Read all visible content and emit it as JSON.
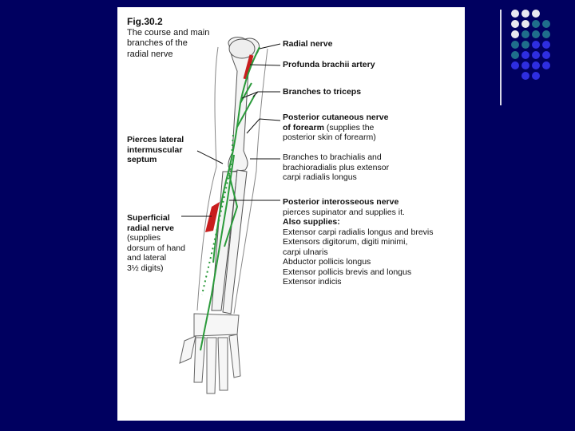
{
  "figure": {
    "number": "Fig.30.2",
    "caption": [
      "The course and main",
      "branches of the",
      "radial nerve"
    ]
  },
  "labels": {
    "radial_nerve": "Radial nerve",
    "profunda": "Profunda brachii artery",
    "triceps": "Branches to triceps",
    "post_cut": {
      "bold": [
        "Posterior cutaneous nerve",
        "of forearm"
      ],
      "normal": [
        "(supplies the",
        "posterior skin of forearm)"
      ]
    },
    "brachialis": [
      "Branches to brachialis and",
      "brachioradialis plus extensor",
      "carpi radialis longus"
    ],
    "pierces": [
      "Pierces lateral",
      "intermuscular",
      "septum"
    ],
    "post_inter": {
      "bold": "Posterior interosseous nerve",
      "lines": [
        "pierces supinator and supplies it."
      ],
      "also": "Also supplies:",
      "items": [
        "Extensor carpi radialis longus and brevis",
        "Extensors digitorum, digiti minimi,",
        "carpi ulnaris",
        "Abductor pollicis longus",
        "Extensor pollicis brevis and longus",
        "Extensor indicis"
      ]
    },
    "superficial": {
      "bold": [
        "Superficial",
        "radial nerve"
      ],
      "normal": [
        "(supplies",
        "dorsum of hand",
        "and lateral",
        "3½ digits)"
      ]
    }
  },
  "colors": {
    "background": "#000060",
    "nerve": "#2a9a3a",
    "artery": "#c81e1e",
    "dot_white": "#e8e8f0",
    "dot_teal": "#1f6e8c",
    "dot_blue": "#2e2ee0"
  }
}
